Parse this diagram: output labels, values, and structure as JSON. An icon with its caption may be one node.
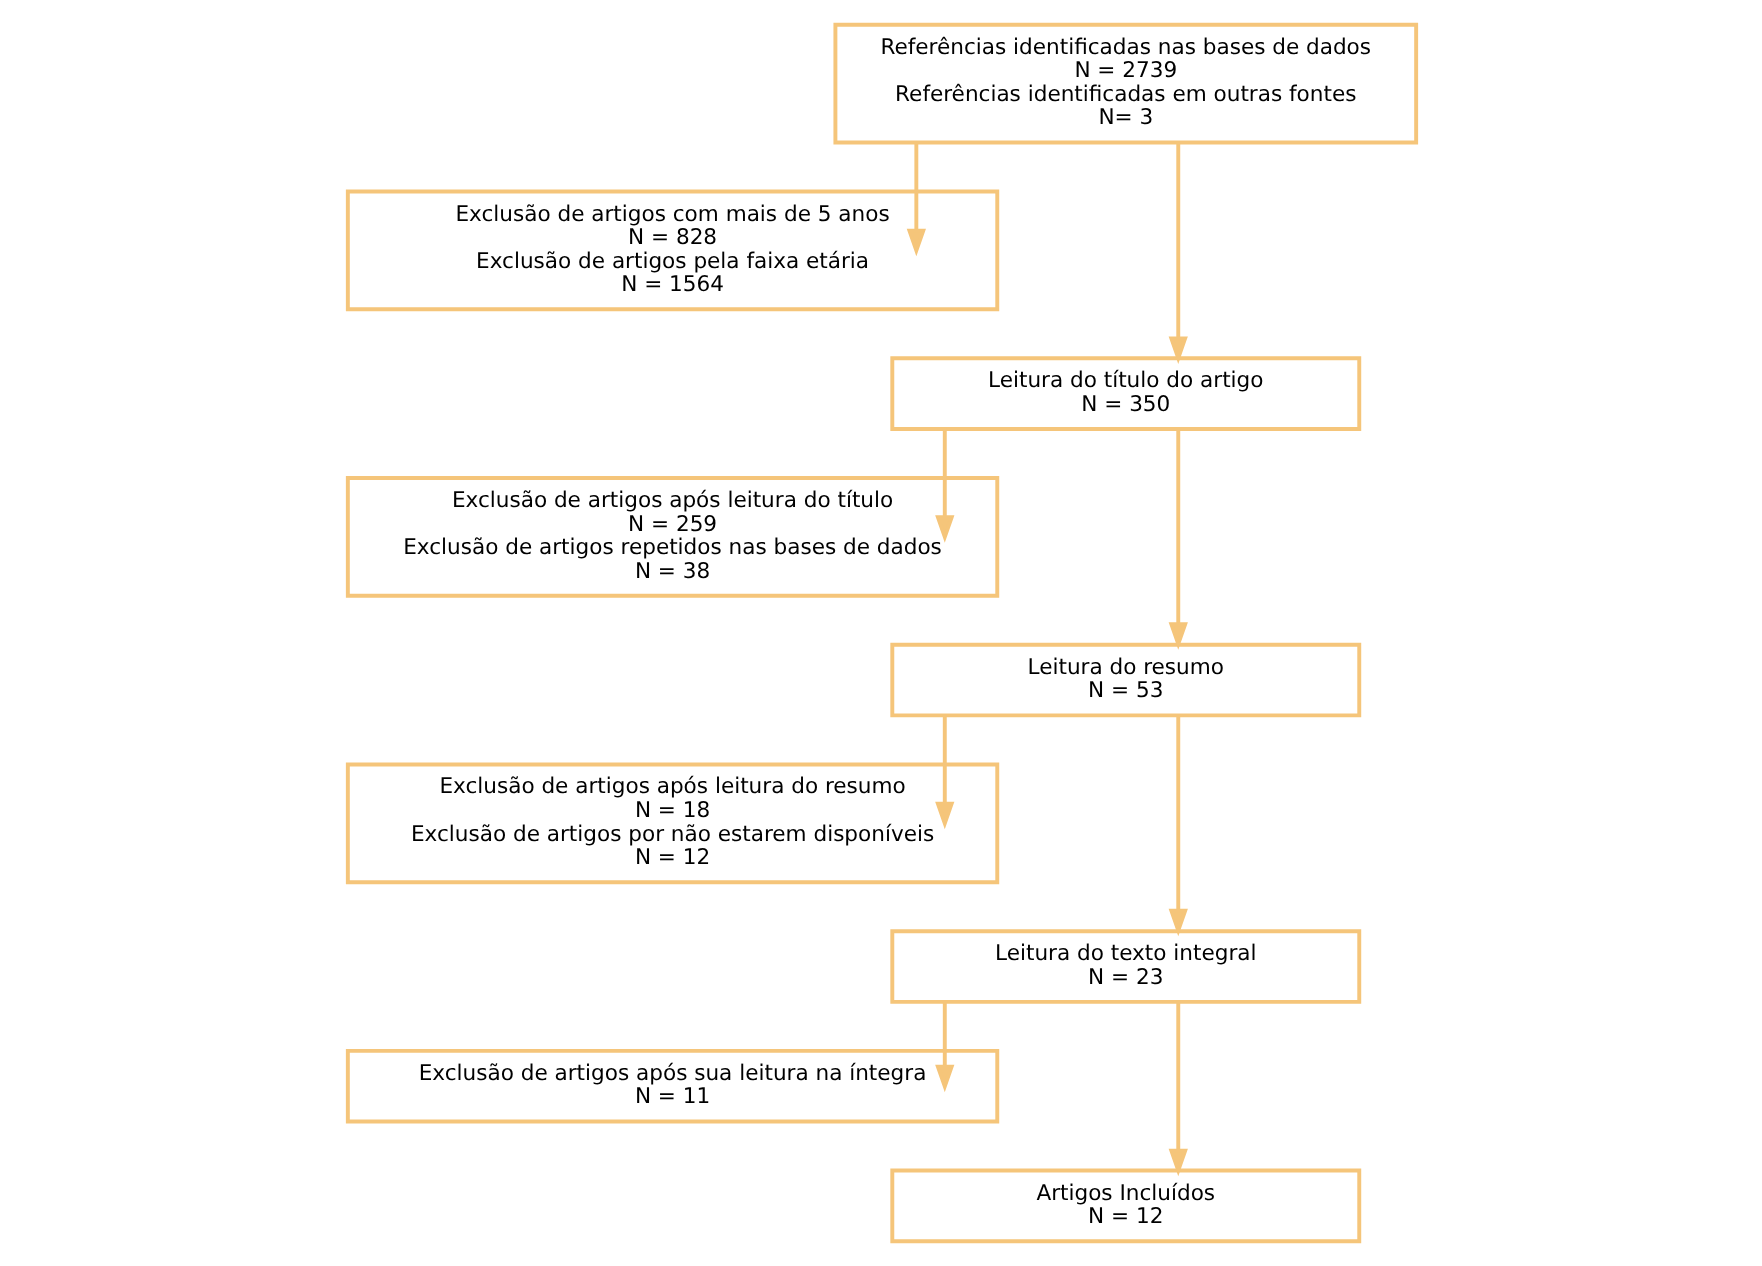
{
  "diagram": {
    "nodes": [
      {
        "text": [
          "Referências identificadas nas bases de dados",
          "N = 2739",
          "Referências identificadas em outras fontes",
          "N= 3"
        ]
      },
      {
        "text": [
          "Exclusão de artigos com mais de 5 anos",
          "N = 828",
          "Exclusão de artigos pela faixa etária",
          "N = 1564"
        ]
      },
      {
        "text": [
          "Leitura do título do artigo",
          "N = 350"
        ]
      },
      {
        "text": [
          "Exclusão de artigos após leitura do título",
          "N = 259",
          "Exclusão de artigos repetidos nas bases de dados",
          "N = 38"
        ]
      },
      {
        "text": [
          "Leitura do resumo",
          "N = 53"
        ]
      },
      {
        "text": [
          "Exclusão de artigos após leitura do resumo",
          "N = 18",
          "Exclusão de artigos por não estarem disponíveis",
          "N = 12"
        ]
      },
      {
        "text": [
          "Leitura do texto integral",
          "N = 23"
        ]
      },
      {
        "text": [
          "Exclusão de artigos após sua leitura na íntegra",
          "N = 11"
        ]
      },
      {
        "text": [
          "Artigos Incluídos",
          "N = 12"
        ]
      }
    ],
    "edges": [
      {
        "from": 0,
        "to": 2,
        "arrow": "to"
      },
      {
        "from": 0,
        "to": 1,
        "arrow": "to"
      },
      {
        "from": 2,
        "to": 4,
        "arrow": "to"
      },
      {
        "from": 2,
        "to": 3,
        "arrow": "to"
      },
      {
        "from": 4,
        "to": 6,
        "arrow": "to"
      },
      {
        "from": 4,
        "to": 5,
        "arrow": "to"
      },
      {
        "from": 6,
        "to": 8,
        "arrow": "to"
      },
      {
        "from": 6,
        "to": 7,
        "arrow": "to"
      }
    ]
  }
}
